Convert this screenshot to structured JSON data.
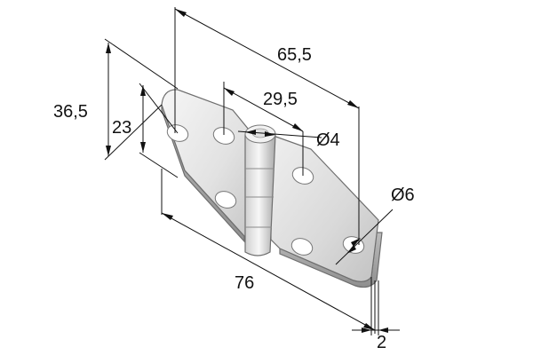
{
  "drawing": {
    "dimensions": {
      "total_length": "76",
      "hole_spacing_long": "65,5",
      "hole_spacing_short": "29,5",
      "total_width": "36,5",
      "hole_spacing_width": "23",
      "pin_diameter": "Ø4",
      "hole_diameter": "Ø6",
      "thickness": "2"
    },
    "colors": {
      "line": "#111111",
      "leaf_light": "#f4f4f4",
      "leaf_mid": "#dcdcdc",
      "leaf_dark": "#bdbdbd",
      "outline": "#6e6e6e"
    }
  }
}
